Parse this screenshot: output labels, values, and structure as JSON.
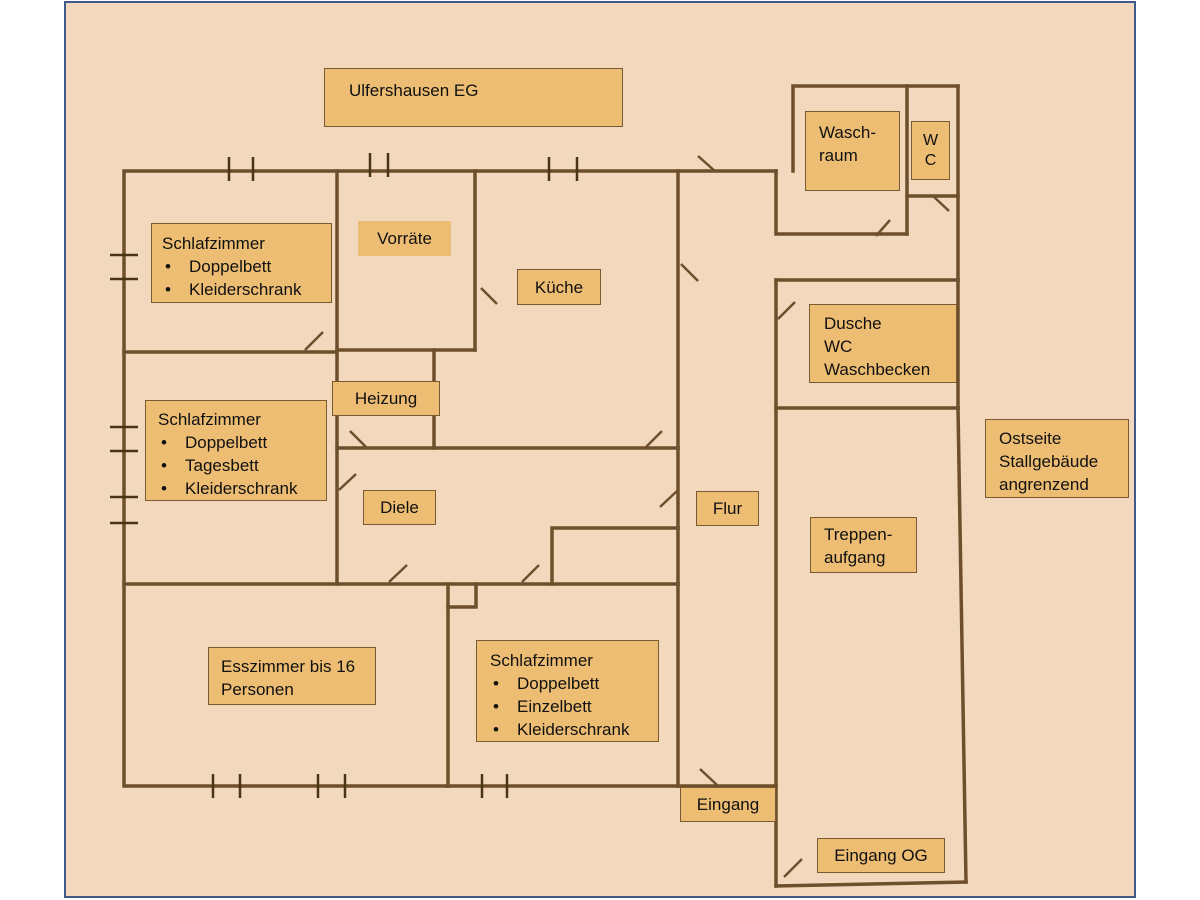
{
  "title": "Ulfershausen EG",
  "rooms": {
    "bedroom_1": {
      "name": "Schlafzimmer",
      "items": [
        "Doppelbett",
        "Kleiderschrank"
      ]
    },
    "storage": {
      "name": "Vorräte"
    },
    "kitchen": {
      "name": "Küche"
    },
    "bedroom_2": {
      "name": "Schlafzimmer",
      "items": [
        "Doppelbett",
        "Tagesbett",
        "Kleiderschrank"
      ]
    },
    "heating": {
      "name": "Heizung"
    },
    "hall": {
      "name": "Diele"
    },
    "corridor": {
      "name": "Flur"
    },
    "dining": {
      "name": "Esszimmer bis 16 Personen"
    },
    "bedroom_3": {
      "name": "Schlafzimmer",
      "items": [
        "Doppelbett",
        "Einzelbett",
        "Kleiderschrank"
      ]
    },
    "entrance": {
      "name": "Eingang"
    },
    "washroom": {
      "lines": [
        "Wasch-",
        "raum"
      ]
    },
    "wc": {
      "lines": [
        "W",
        "C"
      ]
    },
    "bathroom": {
      "lines": [
        "Dusche",
        "WC",
        "Waschbecken"
      ]
    },
    "staircase": {
      "lines": [
        "Treppen-",
        "aufgang"
      ]
    },
    "upper_entrance": {
      "name": "Eingang OG"
    }
  },
  "note": {
    "lines": [
      "Ostseite",
      "Stallgebäude",
      "angrenzend"
    ]
  },
  "colors": {
    "background": "#f2d9be",
    "label": "#ecbd72",
    "wall": "#6e4f2c",
    "frame": "#3f5a8a"
  }
}
